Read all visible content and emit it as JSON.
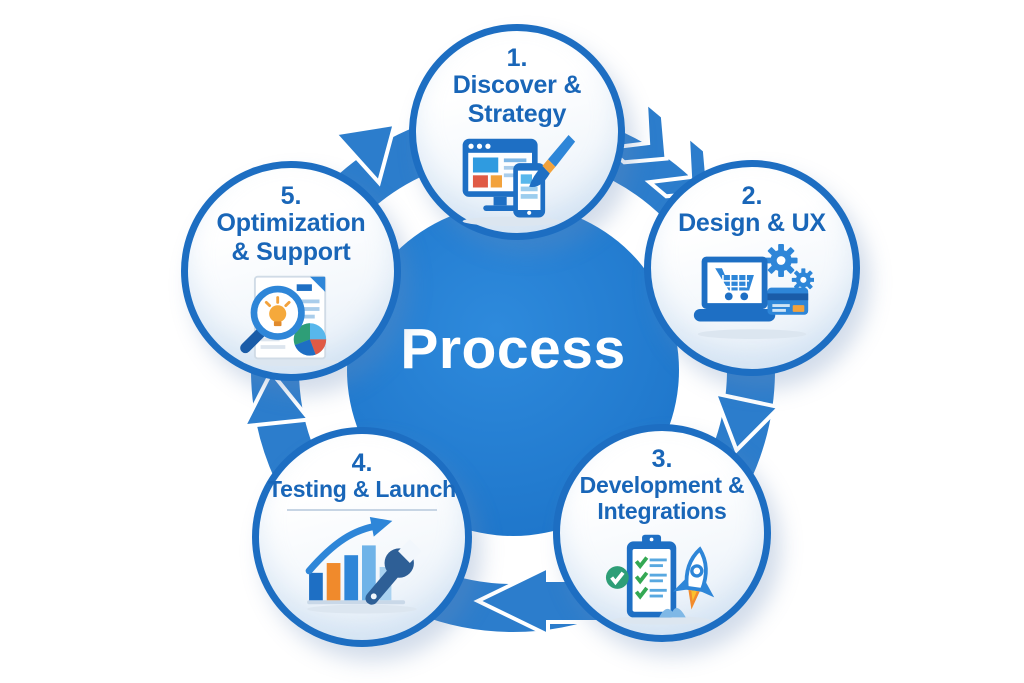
{
  "diagram": {
    "center_label": "Process",
    "flow_direction": "clockwise",
    "nodes": [
      {
        "number": "1.",
        "title_lines": [
          "Discover &",
          "Strategy"
        ],
        "icon": "browser-phone-paintbrush-icon"
      },
      {
        "number": "2.",
        "title_lines": [
          "Design & UX"
        ],
        "icon": "laptop-cart-gears-card-icon"
      },
      {
        "number": "3.",
        "title_lines": [
          "Development &",
          "Integrations"
        ],
        "icon": "clipboard-checklist-rocket-icon"
      },
      {
        "number": "4.",
        "title_lines": [
          "Testing & Launch"
        ],
        "icon": "bar-chart-wrench-icon"
      },
      {
        "number": "5.",
        "title_lines": [
          "Optimization",
          "& Support"
        ],
        "icon": "magnifier-report-piechart-icon"
      }
    ],
    "colors": {
      "center_fill": "#1F7BD0",
      "ring_fill": "#2C7DCC",
      "circle_border": "#1D6EC2",
      "title_text": "#1966B8",
      "center_text": "#FFFFFF",
      "accent_orange": "#F2A23C",
      "accent_red": "#E05A45",
      "accent_green": "#2E9E77"
    }
  }
}
